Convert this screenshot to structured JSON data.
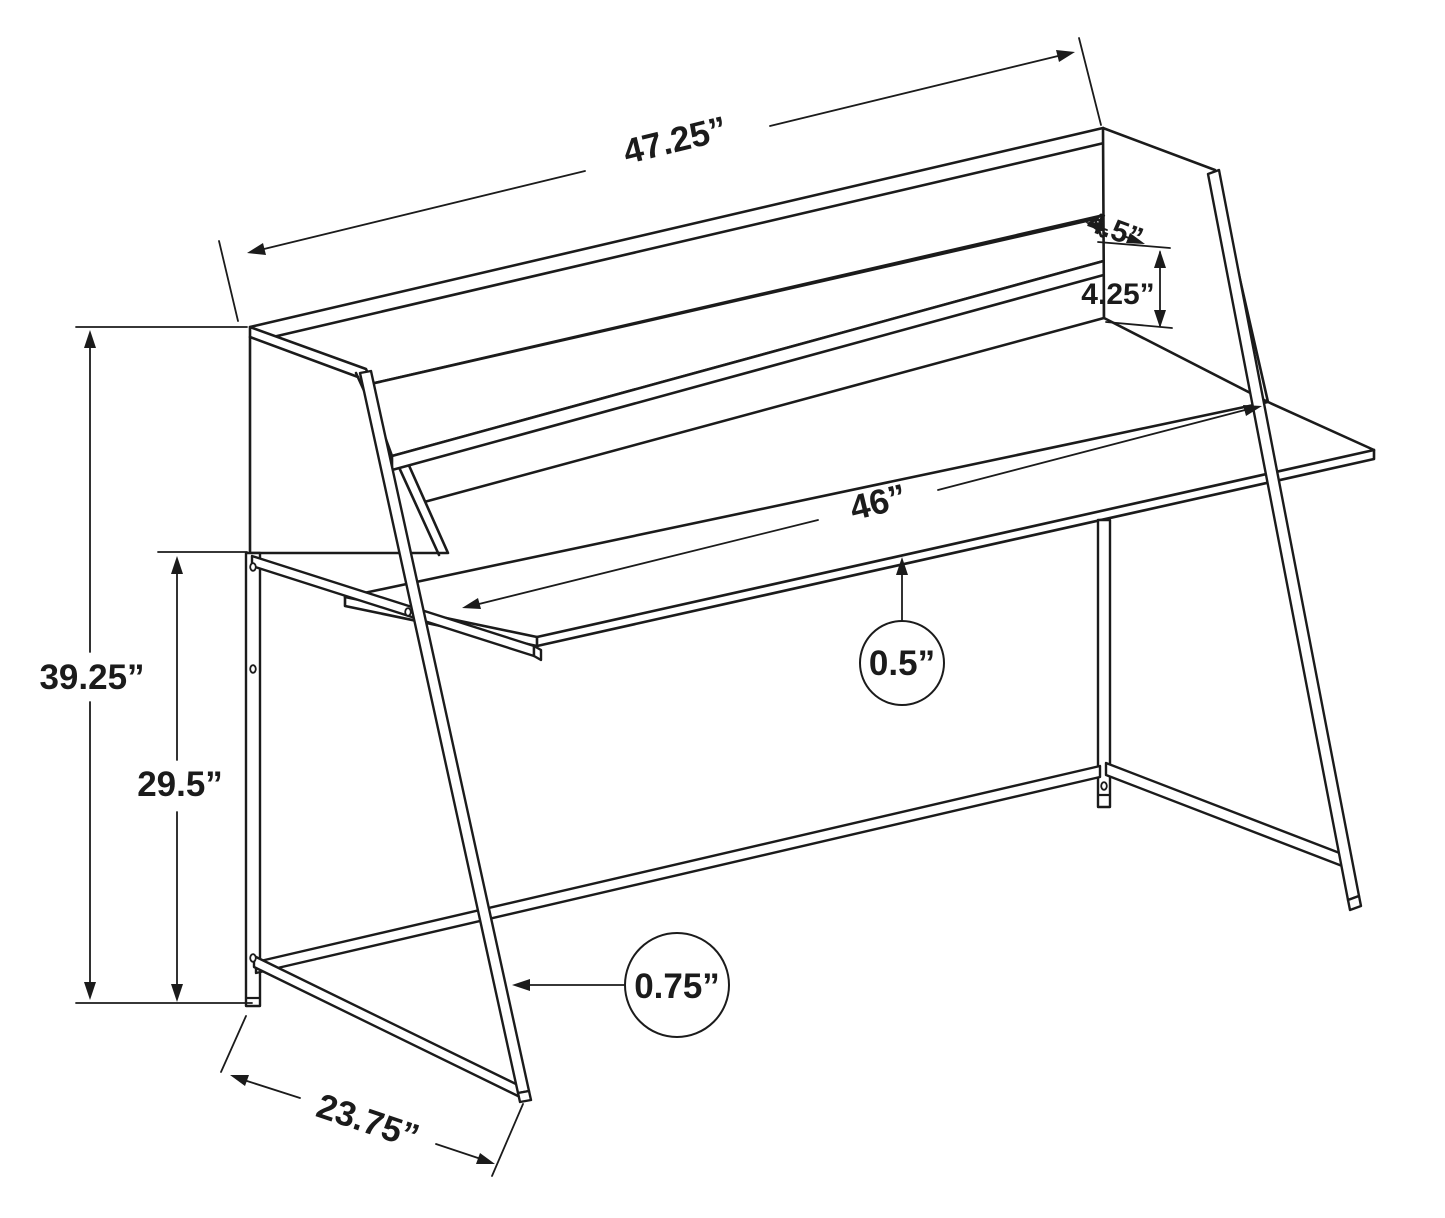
{
  "figure": {
    "type": "technical-line-drawing",
    "subject": "Writing desk with hutch shelf and A-frame metal legs, isometric dimensional diagram",
    "units": "inches",
    "line_color": "#1b1b1b",
    "background_color": "#ffffff"
  },
  "dimensions": {
    "top_width": {
      "name": "hutch top width",
      "value": 47.25,
      "label": "47.25”"
    },
    "shelf_depth": {
      "name": "shelf depth",
      "value": 4.5,
      "label": "4.5”"
    },
    "shelf_clearance": {
      "name": "shelf to desktop clearance",
      "value": 4.25,
      "label": "4.25”"
    },
    "desktop_width": {
      "name": "desktop width",
      "value": 46,
      "label": "46”"
    },
    "desktop_thickness": {
      "name": "desktop thickness",
      "value": 0.5,
      "label": "0.5”"
    },
    "overall_height": {
      "name": "overall height",
      "value": 39.25,
      "label": "39.25”"
    },
    "desktop_height": {
      "name": "desktop surface height",
      "value": 29.5,
      "label": "29.5”"
    },
    "frame_tube": {
      "name": "metal tube thickness",
      "value": 0.75,
      "label": "0.75”"
    },
    "depth": {
      "name": "overall depth",
      "value": 23.75,
      "label": "23.75”"
    }
  }
}
